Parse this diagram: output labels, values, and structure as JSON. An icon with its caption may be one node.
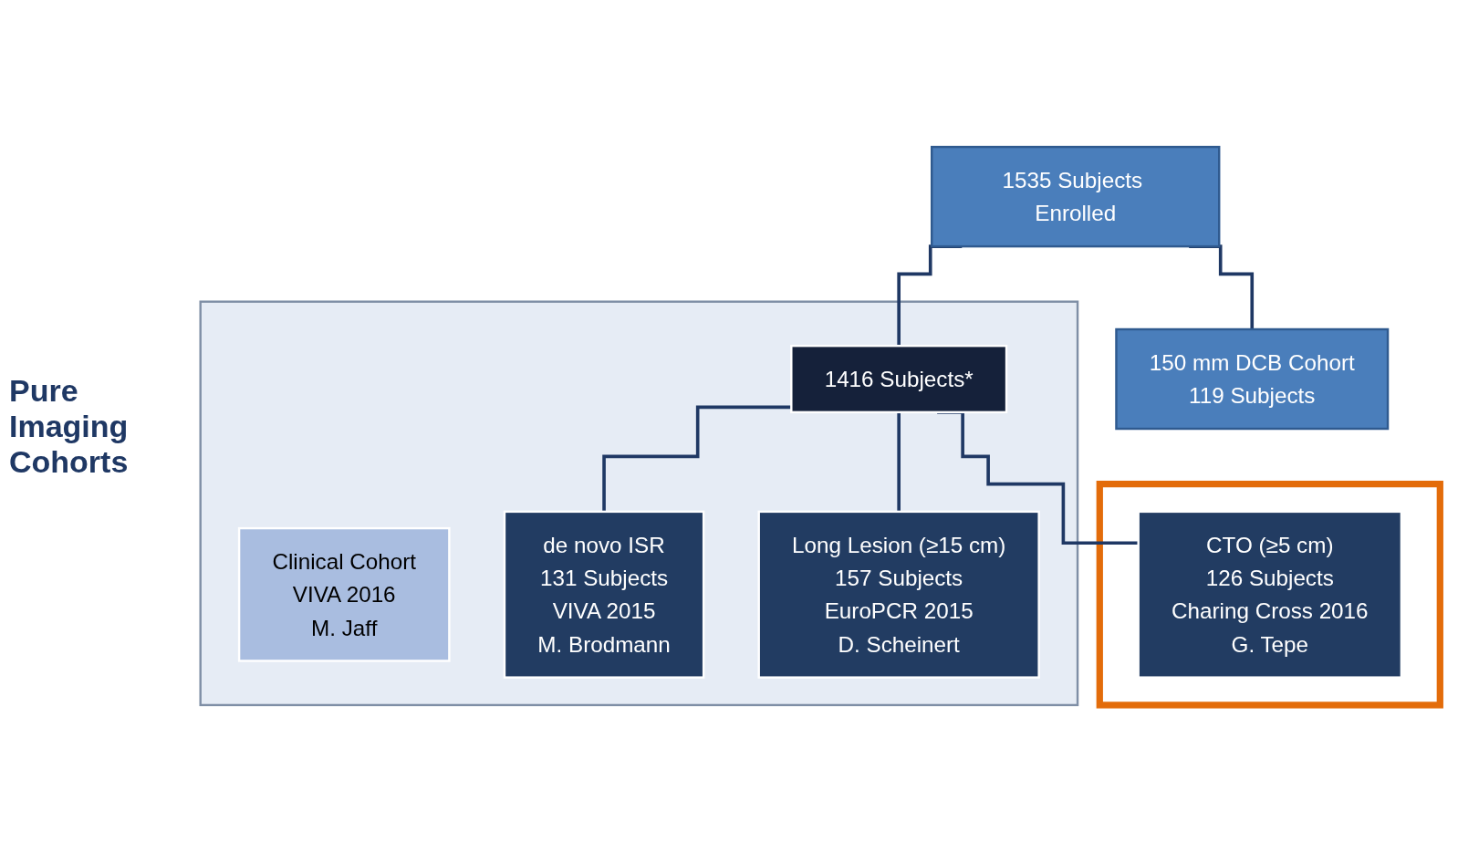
{
  "diagram": {
    "nodes": [
      {
        "text": [
          "1535 Subjects Enrolled"
        ]
      },
      {
        "text": [],
        "shape": "box"
      },
      {
        "text": [
          "Clinical Cohort",
          "VIVA 2016",
          "M. Jaff"
        ],
        "in": 1
      },
      {
        "text": [
          "1416 Subjects*"
        ],
        "in": 1
      },
      {
        "text": [
          "de novo ISR",
          "131 Subjects",
          "VIVA 2015",
          "M. Brodmann"
        ],
        "in": 1
      },
      {
        "text": [
          "Long Lesion (≥15 cm)",
          "157 Subjects",
          "EuroPCR 2015",
          "D. Scheinert"
        ],
        "in": 1
      },
      {
        "text": [],
        "shape": "box"
      },
      {
        "text": [
          "CTO (≥5 cm)",
          "126 Subjects",
          "Charing Cross 2016",
          "G. Tepe"
        ],
        "in": 6
      },
      {
        "text": [
          "150 mm DCB Cohort",
          "119 Subjects"
        ]
      }
    ],
    "edges": [
      {
        "from": 0,
        "to": 3,
        "arrow": "none"
      },
      {
        "from": 0,
        "to": 8,
        "arrow": "none"
      },
      {
        "from": 3,
        "to": 4,
        "arrow": "none"
      },
      {
        "from": 3,
        "to": 5,
        "arrow": "none"
      },
      {
        "from": 3,
        "to": 7,
        "arrow": "none"
      }
    ],
    "labels": [
      "Pure Imaging Cohorts"
    ]
  }
}
